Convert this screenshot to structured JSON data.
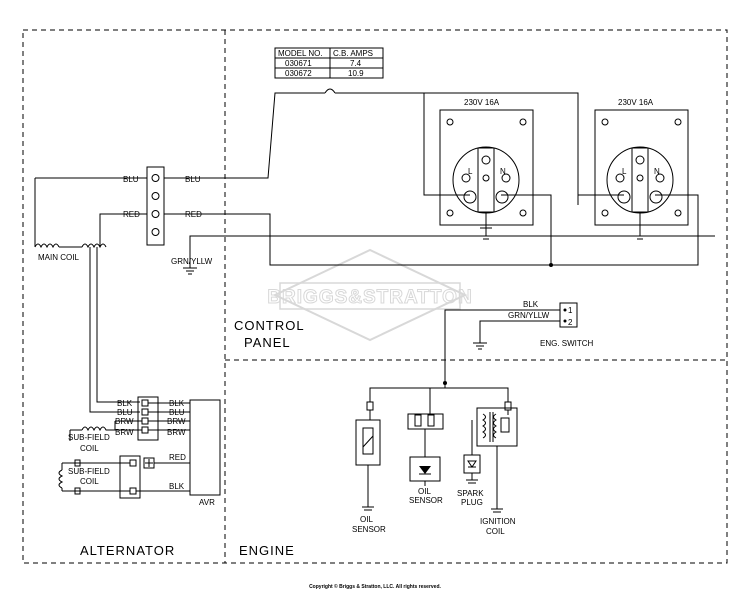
{
  "sections": {
    "alternator": "ALTERNATOR",
    "control_panel_1": "CONTROL",
    "control_panel_2": "PANEL",
    "engine": "ENGINE"
  },
  "table": {
    "headers": [
      "MODEL NO.",
      "C.B. AMPS"
    ],
    "rows": [
      [
        "030671",
        "7.4"
      ],
      [
        "030672",
        "10.9"
      ]
    ]
  },
  "labels": {
    "main_coil": "MAIN COIL",
    "blu": "BLU",
    "red": "RED",
    "blk": "BLK",
    "brw": "BRW",
    "grn_yllw": "GRN/YLLW",
    "subfield_top": "SUB-FIELD",
    "coil": "COIL",
    "subfield_bottom": "SUB-FIELD",
    "avr": "AVR",
    "outlet_rating": "230V 16A",
    "L": "L",
    "N": "N",
    "eng_switch": "ENG. SWITCH",
    "pin1": "1",
    "pin2": "2",
    "oil_sensor_1": "OIL",
    "oil_sensor_2": "SENSOR",
    "spark_plug_1": "SPARK",
    "spark_plug_2": "PLUG",
    "ignition_coil_1": "IGNITION",
    "ignition_coil_2": "COIL"
  },
  "watermark": "BRIGGS&STRATTON",
  "copyright": "Copyright © Briggs & Stratton, LLC. All rights reserved."
}
